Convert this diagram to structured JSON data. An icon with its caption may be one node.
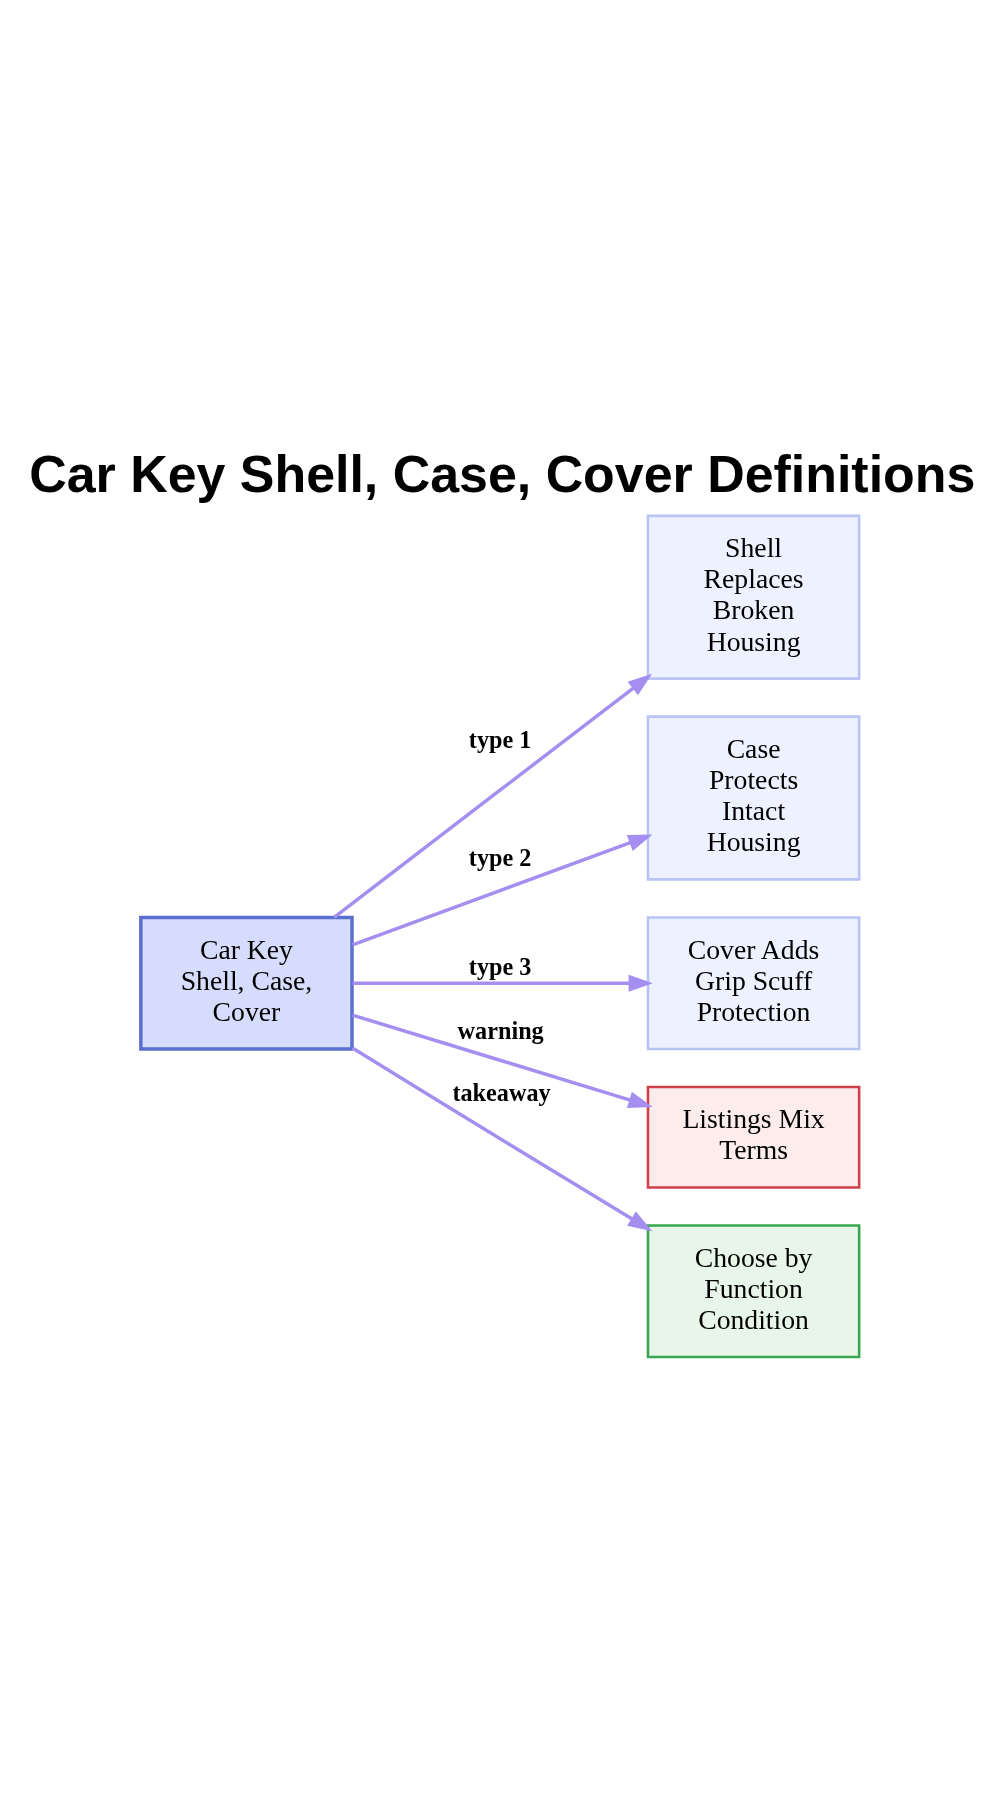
{
  "diagram": {
    "title": "Car Key Shell, Case, Cover Definitions",
    "nodes": [
      {
        "text": [
          "Car Key Shell, Case, Cover"
        ]
      },
      {
        "text": [
          "Shell Replaces Broken Housing"
        ]
      },
      {
        "text": [
          "Case Protects Intact Housing"
        ]
      },
      {
        "text": [
          "Cover Adds Grip Scuff Protection"
        ]
      },
      {
        "text": [
          "Listings Mix Terms"
        ]
      },
      {
        "text": [
          "Choose by Function Condition"
        ]
      }
    ],
    "edges": [
      {
        "from": 0,
        "to": 1,
        "arrow": "to",
        "label": "type 1"
      },
      {
        "from": 0,
        "to": 2,
        "arrow": "to",
        "label": "type 2"
      },
      {
        "from": 0,
        "to": 3,
        "arrow": "to",
        "label": "type 3"
      },
      {
        "from": 0,
        "to": 4,
        "arrow": "to",
        "label": "warning"
      },
      {
        "from": 0,
        "to": 5,
        "arrow": "to",
        "label": "takeaway"
      }
    ]
  }
}
